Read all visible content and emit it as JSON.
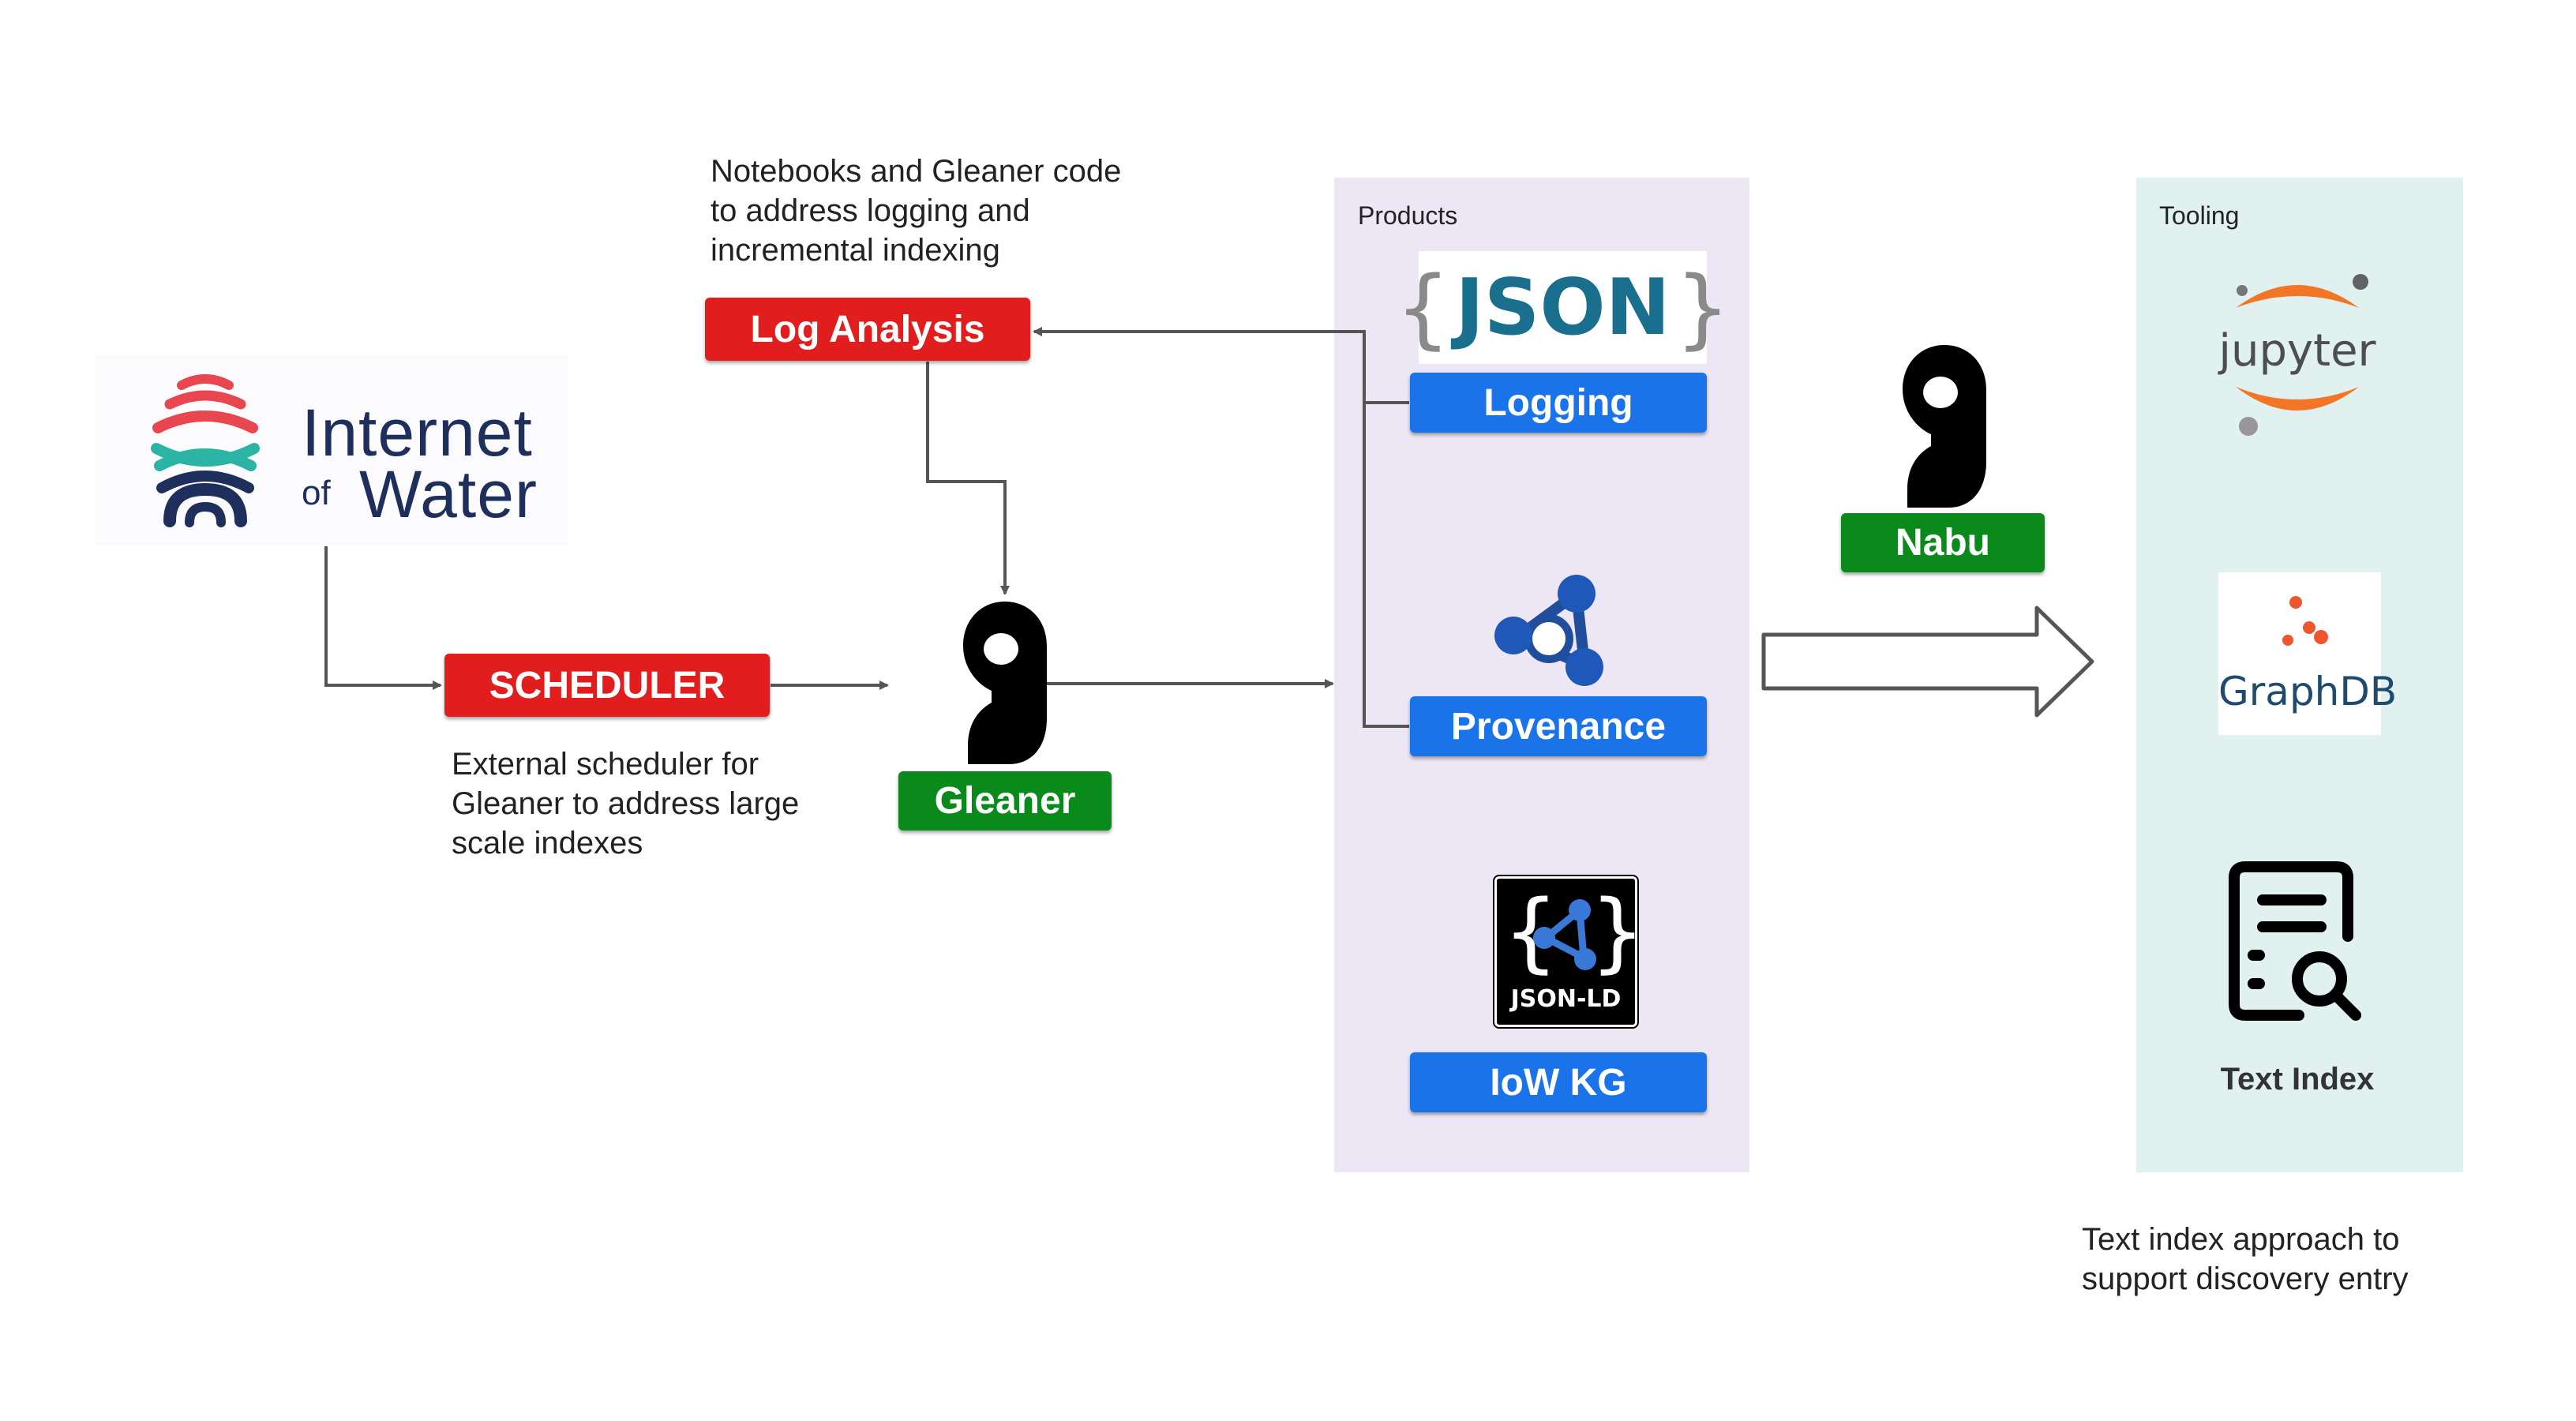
{
  "logo": {
    "line1": "Internet",
    "line2_of": "of",
    "line2_water": "Water"
  },
  "notes": {
    "log_analysis": [
      "Notebooks and Gleaner code",
      "to address logging and",
      "incremental indexing"
    ],
    "scheduler": [
      "External scheduler for",
      "Gleaner to address large",
      "scale indexes"
    ],
    "text_index": [
      "Text index approach to",
      "support discovery entry"
    ]
  },
  "tags": {
    "log_analysis": "Log Analysis",
    "scheduler": "SCHEDULER",
    "gleaner": "Gleaner",
    "nabu": "Nabu",
    "logging": "Logging",
    "provenance": "Provenance",
    "iow_kg": "IoW KG"
  },
  "products": {
    "title": "Products",
    "json_logo": "JSON",
    "jsonld_logo": "JSON-LD"
  },
  "tooling": {
    "title": "Tooling",
    "jupyter": "jupyter",
    "graphdb": "GraphDB",
    "text_index": "Text Index"
  },
  "colors": {
    "red": "#e21d1d",
    "green": "#0a8a1a",
    "blue": "#1a73e8",
    "products_bg": "#ede6f4",
    "tooling_bg": "#e0f1ef"
  },
  "icons": [
    "internet-of-water-logo",
    "gleaner-icon",
    "nabu-icon",
    "json-logo",
    "provenance-graph-icon",
    "json-ld-logo",
    "jupyter-logo",
    "graphdb-logo",
    "text-index-icon",
    "big-arrow"
  ]
}
